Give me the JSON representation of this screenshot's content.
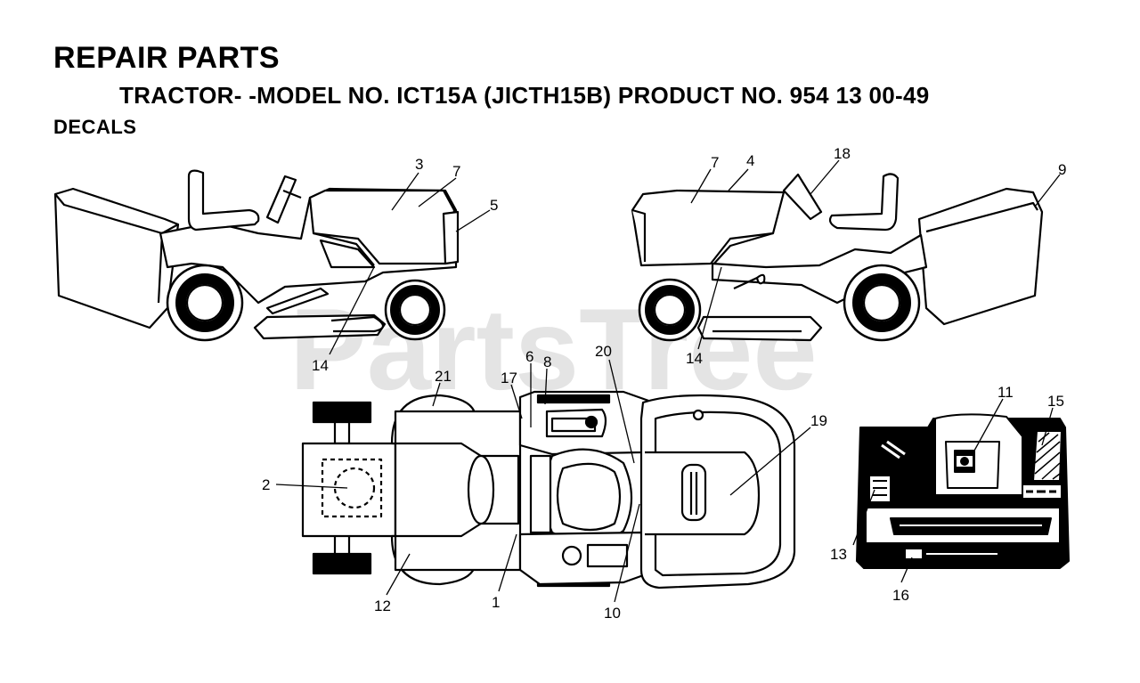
{
  "header": {
    "title": "REPAIR PARTS",
    "subtitle": "TRACTOR- -MODEL NO. ICT15A (JICTH15B) PRODUCT NO. 954 13 00-49",
    "section": "DECALS"
  },
  "watermark": "PartsTree",
  "callouts": {
    "c1": "1",
    "c2": "2",
    "c3": "3",
    "c4": "4",
    "c5": "5",
    "c6": "6",
    "c7a": "7",
    "c7b": "7",
    "c8": "8",
    "c9": "9",
    "c10": "10",
    "c11": "11",
    "c12": "12",
    "c13": "13",
    "c14a": "14",
    "c14b": "14",
    "c15": "15",
    "c16": "16",
    "c17": "17",
    "c18": "18",
    "c19": "19",
    "c20": "20",
    "c21": "21"
  }
}
